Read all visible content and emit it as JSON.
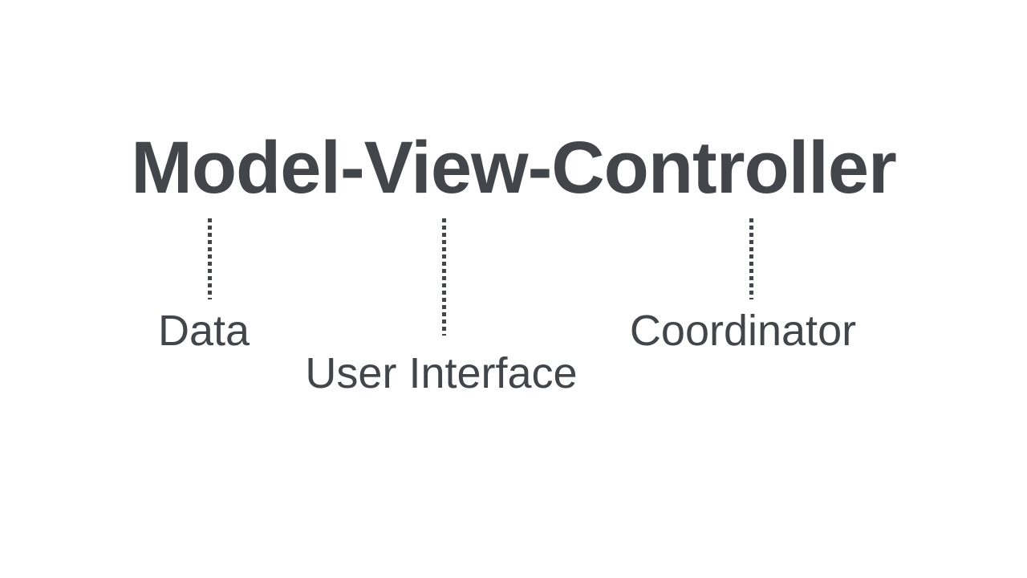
{
  "page": {
    "background_color": "#ffffff",
    "text_color": "#42464b"
  },
  "diagram": {
    "title": "Model-View-Controller",
    "labels": [
      {
        "term": "Model",
        "meaning": "Data"
      },
      {
        "term": "View",
        "meaning": "User Interface"
      },
      {
        "term": "Controller",
        "meaning": "Coordinator"
      }
    ]
  }
}
